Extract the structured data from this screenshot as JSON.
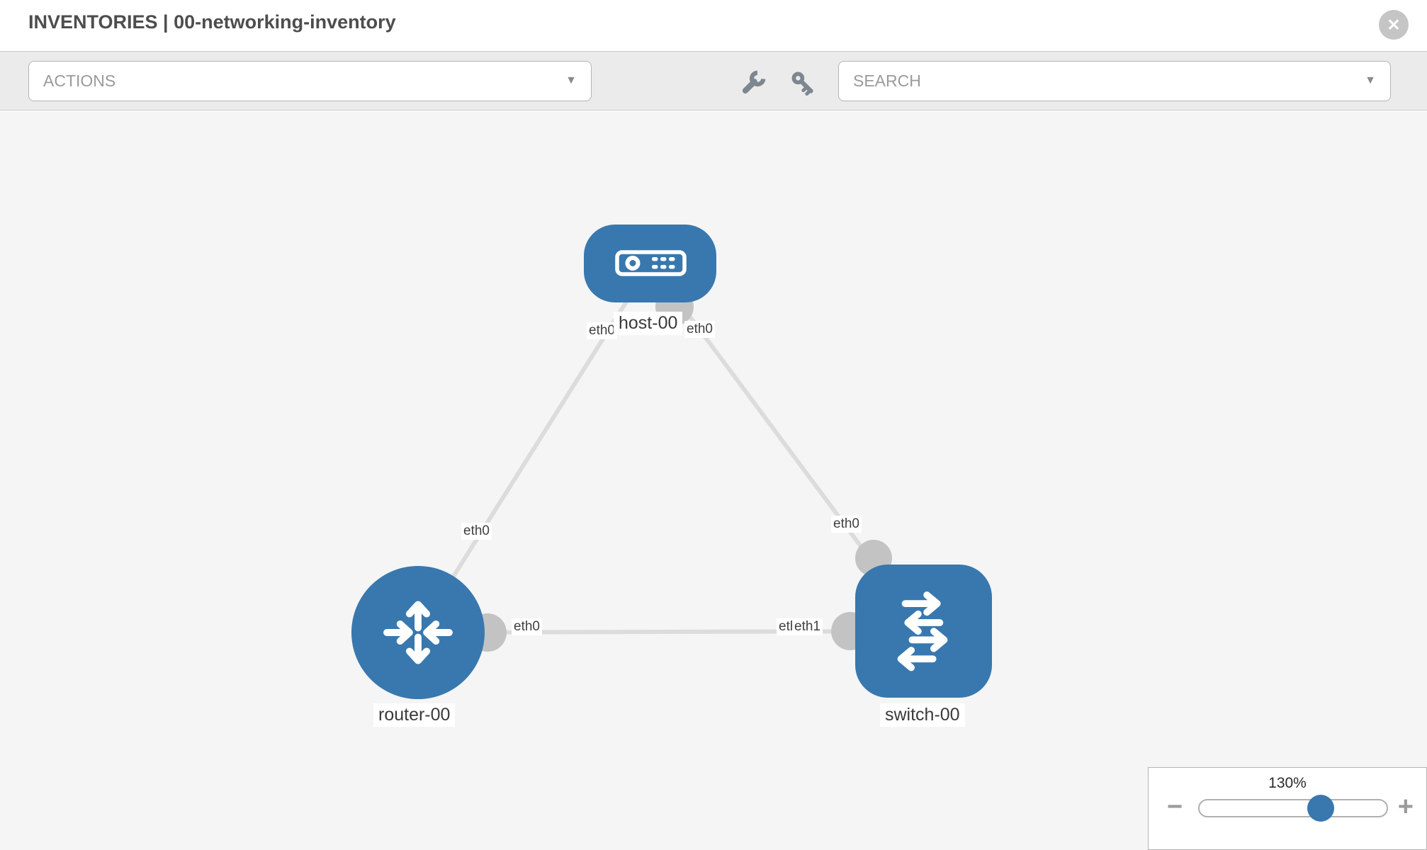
{
  "header": {
    "title": "INVENTORIES | 00-networking-inventory"
  },
  "icons": {
    "close": "✕",
    "caret": "▼",
    "minus": "−",
    "plus": "+"
  },
  "toolbar": {
    "actions_label": "ACTIONS",
    "search_placeholder": "SEARCH"
  },
  "colors": {
    "node_blue": "#3878ae",
    "link_gray": "#dcdcdc",
    "interface_gray": "#c3c3c3",
    "toolbar_bg": "#ebebeb",
    "canvas_bg": "#f5f5f5"
  },
  "topology": {
    "nodes": [
      {
        "id": "host-00",
        "type": "host",
        "label": "host-00"
      },
      {
        "id": "router-00",
        "type": "router",
        "label": "router-00"
      },
      {
        "id": "switch-00",
        "type": "switch",
        "label": "switch-00"
      }
    ],
    "links": [
      {
        "from": "host-00",
        "to": "router-00",
        "from_interface": "eth0",
        "to_interface": "eth0"
      },
      {
        "from": "host-00",
        "to": "switch-00",
        "from_interface": "eth0",
        "to_interface": "eth0"
      },
      {
        "from": "router-00",
        "to": "switch-00",
        "from_interface": "eth0",
        "to_interface": "eth1"
      }
    ],
    "interface_labels": [
      {
        "text": "eth0"
      },
      {
        "text": "eth0"
      },
      {
        "text": "eth0"
      },
      {
        "text": "eth0"
      },
      {
        "text": "eth0"
      },
      {
        "text": "eth0"
      },
      {
        "text": "eth1"
      }
    ]
  },
  "zoom_control": {
    "level": "130%"
  }
}
